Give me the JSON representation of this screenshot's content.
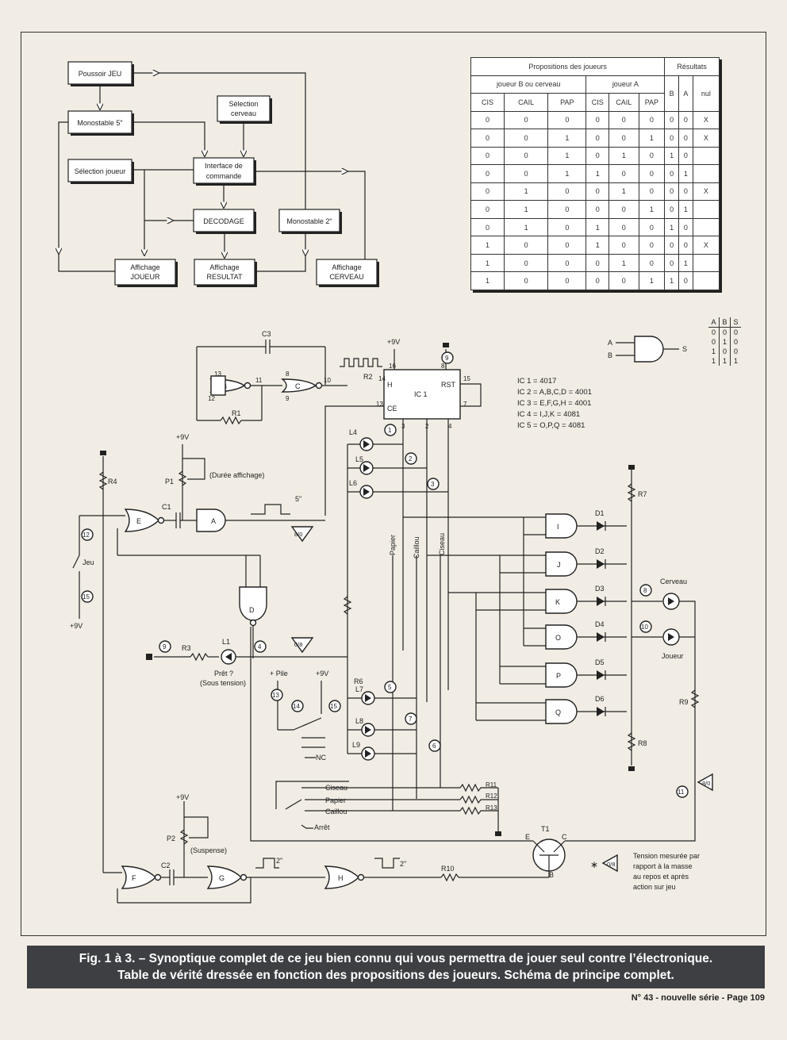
{
  "synoptic": {
    "poussoir": "Poussoir JEU",
    "mono5": "Monostable 5\"",
    "selection_cerveau": [
      "Sélection",
      "cerveau"
    ],
    "selection_joueur": "Sélection joueur",
    "interface": [
      "Interface de",
      "commande"
    ],
    "decodage": "DECODAGE",
    "mono2": "Monostable 2\"",
    "aff_joueur": [
      "Affichage",
      "JOUEUR"
    ],
    "aff_resultat": [
      "Affichage",
      "RESULTAT"
    ],
    "aff_cerveau": [
      "Affichage",
      "CERVEAU"
    ]
  },
  "truth_table": {
    "propositions": "Propositions des joueurs",
    "resultats": "Résultats",
    "joueur_b": "joueur B ou cerveau",
    "joueur_a": "joueur A",
    "cols": [
      "CIS",
      "CAIL",
      "PAP",
      "CIS",
      "CAIL",
      "PAP"
    ],
    "res_cols": [
      "B",
      "A",
      "nul"
    ],
    "rows": [
      [
        "0",
        "0",
        "0",
        "0",
        "0",
        "0",
        "0",
        "0",
        "X"
      ],
      [
        "0",
        "0",
        "1",
        "0",
        "0",
        "1",
        "0",
        "0",
        "X"
      ],
      [
        "0",
        "0",
        "1",
        "0",
        "1",
        "0",
        "1",
        "0",
        ""
      ],
      [
        "0",
        "0",
        "1",
        "1",
        "0",
        "0",
        "0",
        "1",
        ""
      ],
      [
        "0",
        "1",
        "0",
        "0",
        "1",
        "0",
        "0",
        "0",
        "X"
      ],
      [
        "0",
        "1",
        "0",
        "0",
        "0",
        "1",
        "0",
        "1",
        ""
      ],
      [
        "0",
        "1",
        "0",
        "1",
        "0",
        "0",
        "1",
        "0",
        ""
      ],
      [
        "1",
        "0",
        "0",
        "1",
        "0",
        "0",
        "0",
        "0",
        "X"
      ],
      [
        "1",
        "0",
        "0",
        "0",
        "1",
        "0",
        "0",
        "1",
        ""
      ],
      [
        "1",
        "0",
        "0",
        "0",
        "0",
        "1",
        "1",
        "0",
        ""
      ]
    ]
  },
  "and_table": {
    "header": [
      "A",
      "B",
      "S"
    ],
    "rows": [
      [
        "0",
        "0",
        "0"
      ],
      [
        "0",
        "1",
        "0"
      ],
      [
        "1",
        "0",
        "0"
      ],
      [
        "1",
        "1",
        "1"
      ]
    ],
    "in_a": "A",
    "in_b": "B",
    "out": "S"
  },
  "ic_list": [
    "IC 1 = 4017",
    "IC 2 = A,B,C,D = 4001",
    "IC 3 = E,F,G,H = 4001",
    "IC 4 = I,J,K    = 4081",
    "IC 5 = O,P,Q    = 4081"
  ],
  "schematic": {
    "plus9v": "+9V",
    "ic1": "IC 1",
    "pins": {
      "h": "H",
      "ce": "CE",
      "rst": "RST",
      "p14": "14",
      "p16": "16",
      "p8": "8",
      "p13": "13",
      "p15": "15",
      "p7": "7",
      "p3": "3",
      "p2": "2",
      "p4": "4"
    },
    "gate_labels": {
      "b": "B",
      "c": "C",
      "e": "E",
      "a": "A",
      "d": "D",
      "f": "F",
      "g": "G",
      "h": "H",
      "i": "I",
      "j": "J",
      "k": "K",
      "o": "O",
      "p": "P",
      "q": "Q"
    },
    "parts": {
      "c1": "C1",
      "c2": "C2",
      "c3": "C3",
      "r1": "R1",
      "r2": "R2",
      "r3": "R3",
      "r4": "R4",
      "r6": "R6",
      "r7": "R7",
      "r8": "R8",
      "r9": "R9",
      "r10": "R10",
      "r11": "R11",
      "r12": "R12",
      "r13": "R13",
      "p1": "P1",
      "p2": "P2",
      "t1": "T1",
      "l1": "L1",
      "l4": "L4",
      "l5": "L5",
      "l6": "L6",
      "l7": "L7",
      "l8": "L8",
      "l9": "L9",
      "d1": "D1",
      "d2": "D2",
      "d3": "D3",
      "d4": "D4",
      "d5": "D5",
      "d6": "D6"
    },
    "duree": "(Durée affichage)",
    "suspense": "(Suspense)",
    "pret": "Prêt ?",
    "sous_tension": "(Sous tension)",
    "pile": "+ Pile",
    "jeu": "Jeu",
    "nc": "NC",
    "cerveau": "Cerveau",
    "joueur": "Joueur",
    "papier": "Papier",
    "caillou": "Caillou",
    "ciseau": "Ciseau",
    "arret": "Arrêt",
    "t5": "5\"",
    "t2a": "2\"",
    "t2b": "2\"",
    "v80": "8/0",
    "v08": "0/8",
    "v80b": "8/0",
    "v08b": "0/8",
    "transistor": {
      "e": "E",
      "c": "C",
      "b": "B"
    },
    "legend": [
      "Tension mesurée par",
      "rapport à la masse",
      "au repos et après",
      "action sur jeu"
    ],
    "tp": [
      "1",
      "2",
      "3",
      "4",
      "5",
      "6",
      "7",
      "8",
      "9",
      "10",
      "11",
      "12",
      "13",
      "14",
      "15",
      "9"
    ]
  },
  "caption": {
    "line1": "Fig. 1 à 3. – Synoptique complet de ce jeu bien connu qui vous permettra de jouer seul contre l’électronique.",
    "line2": "Table de vérité dressée en fonction des propositions des joueurs. Schéma de principe complet."
  },
  "footer": "N° 43 - nouvelle série - Page 109"
}
